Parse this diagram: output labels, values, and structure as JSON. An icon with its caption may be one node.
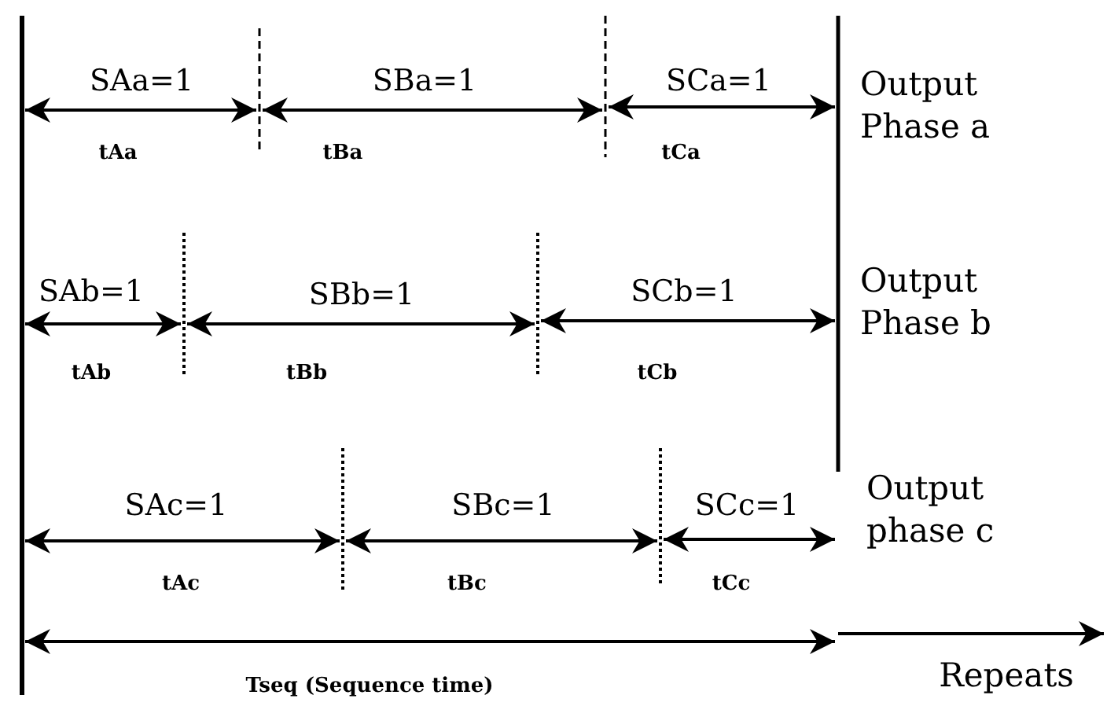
{
  "diagram": {
    "labels": [
      "SAa=1",
      "SBa=1",
      "SCa=1",
      "Output Phase a",
      "tAa",
      "tBa",
      "tCa",
      "SAb=1",
      "SBb=1",
      "SCb=1",
      "Output Phase b",
      "tAb",
      "tBb",
      "tCb",
      "SAc=1",
      "SBc=1",
      "SCc=1",
      "Output phase c",
      "tAc",
      "tBc",
      "tCc",
      "Tseq (Sequence time)",
      "Repeats"
    ]
  }
}
